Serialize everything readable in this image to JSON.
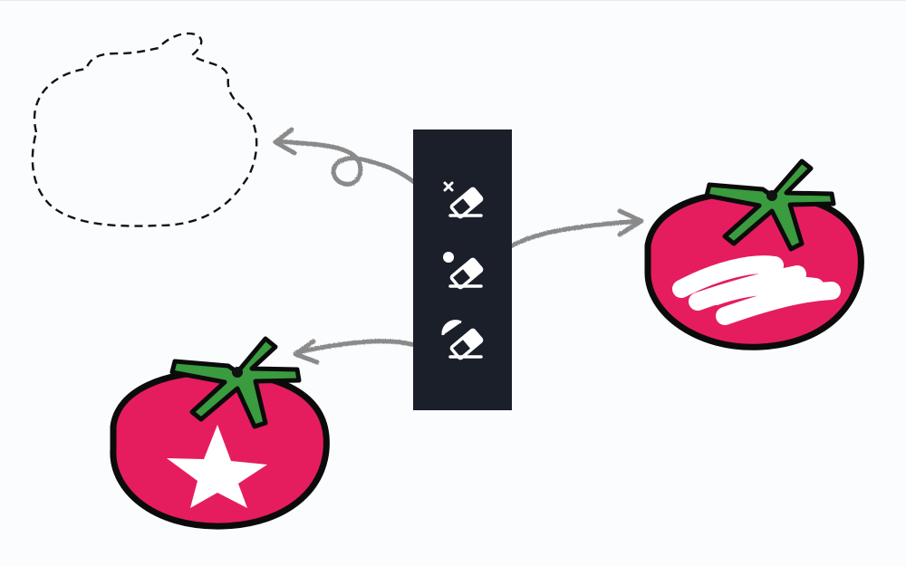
{
  "colors": {
    "background": "#fbfcfe",
    "toolbar": "#1b1f2a",
    "tomato_fill": "#e51d5f",
    "tomato_stroke": "#0b0b0b",
    "leaf_fill": "#3a9b3f",
    "arrow": "#8a8a8a",
    "icon": "#ffffff"
  },
  "toolbar": {
    "tools": [
      {
        "name": "eraser-delete",
        "icon": "eraser-x-icon"
      },
      {
        "name": "eraser-paint",
        "icon": "eraser-dot-icon"
      },
      {
        "name": "eraser-clip",
        "icon": "eraser-halfcircle-icon"
      }
    ]
  },
  "objects": [
    {
      "name": "erased-object-outline",
      "style": "dashed"
    },
    {
      "name": "tomato-painted-over",
      "overlay": "white-scribble"
    },
    {
      "name": "tomato-star-cutout",
      "overlay": "star"
    }
  ]
}
